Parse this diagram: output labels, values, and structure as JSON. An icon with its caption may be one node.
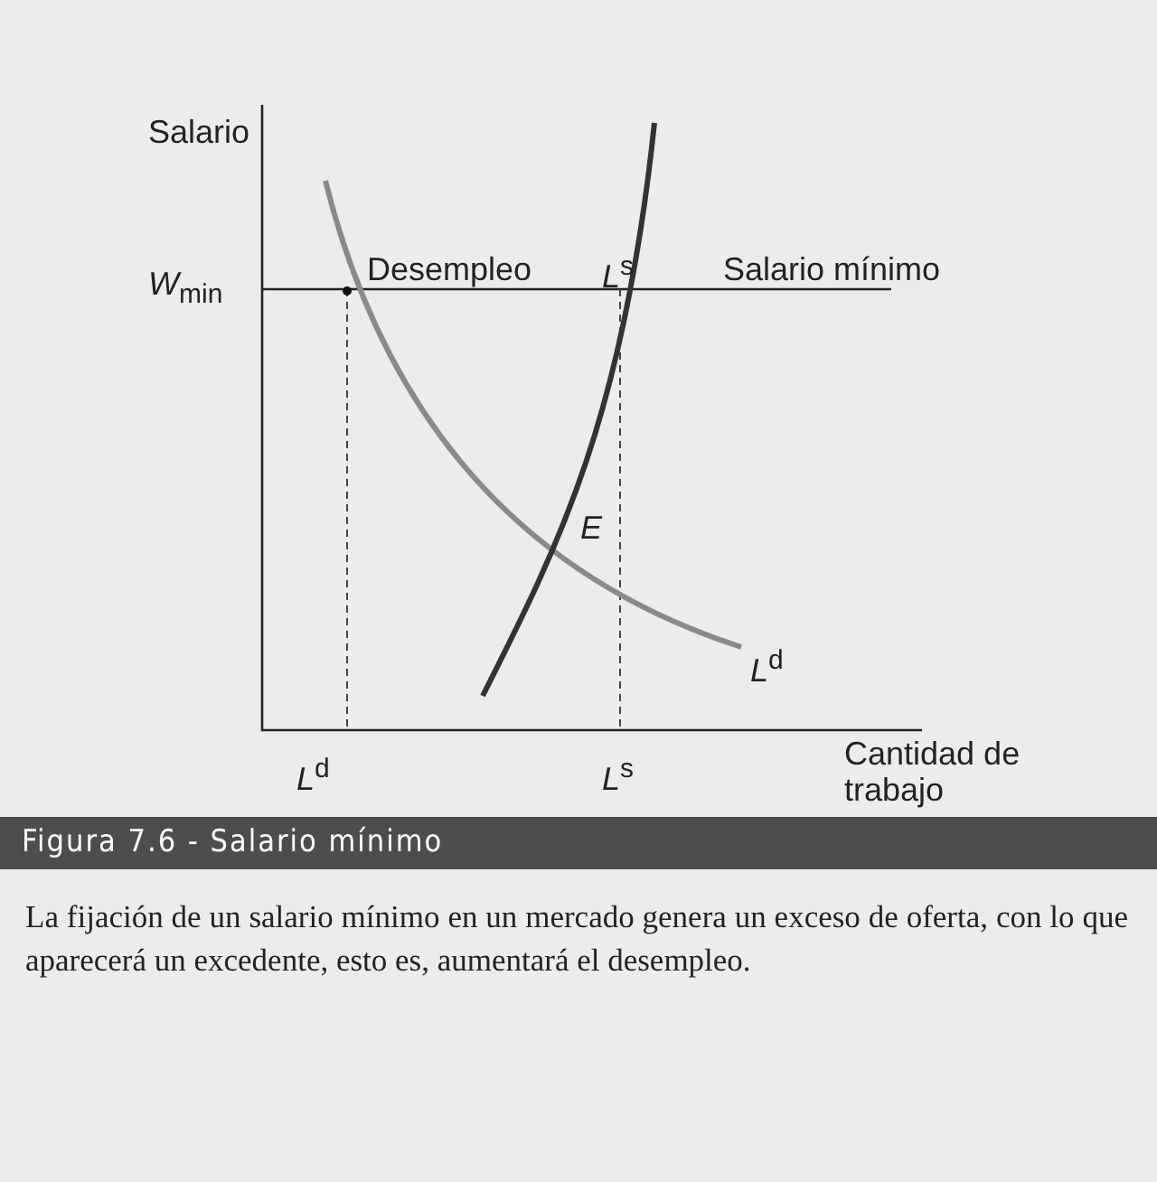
{
  "diagram": {
    "title": "Figura 7.6 - Salario mínimo",
    "caption": "La fijación de un salario mínimo en un mercado genera un exceso de oferta, con lo que aparecerá un excedente, esto es, aumentará el desempleo.",
    "labels": [
      "Salario",
      "*W*$_{min}$",
      "Desempleo",
      "*L*$^{s}$",
      "Salario mínimo",
      "E",
      "*L*$^{d}$",
      "*L*$^{d}$",
      "*L*$^{s}$",
      "Cantidad de trabajo"
    ]
  }
}
